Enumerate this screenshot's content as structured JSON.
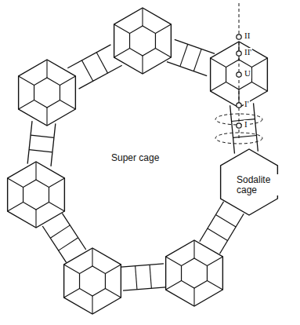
{
  "diagram": {
    "labels": [
      "Super cage",
      "Sodalite cage",
      "II",
      "II'",
      "U",
      "I'",
      "I"
    ]
  }
}
